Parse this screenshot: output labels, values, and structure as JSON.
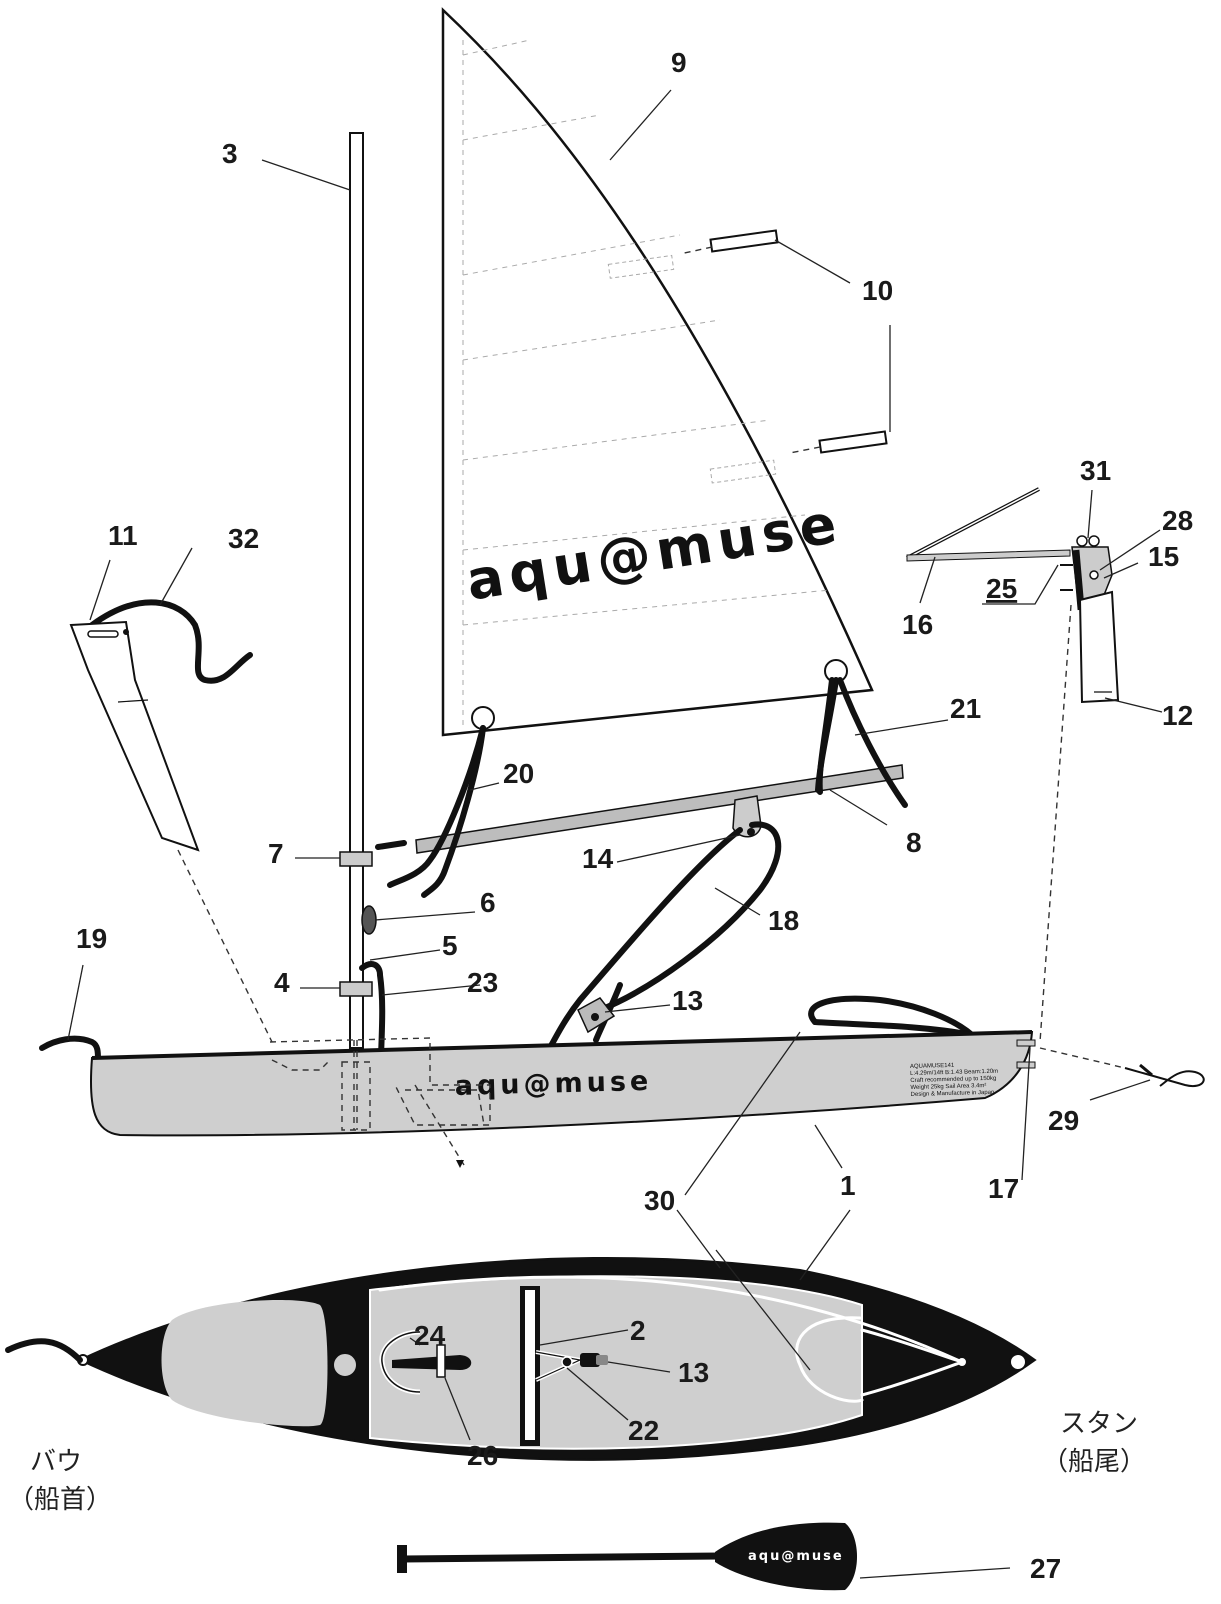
{
  "brand": {
    "sail_text": "aqu@muse",
    "hull_text": "aqu@muse",
    "paddle_text": "aqu@muse"
  },
  "hull_spec_lines": [
    "AQUAMUSE141",
    "L:4.29m/14ft B:1.43 Beam:1.20m",
    "Craft recommended up to 150kg",
    "Weight 25kg  Sail Area 3.4m²",
    "Design & Manufacture in Japan"
  ],
  "bow_label": {
    "line1": "バウ",
    "line2": "（船首）"
  },
  "stern_label": {
    "line1": "スタン",
    "line2": "（船尾）"
  },
  "callouts": {
    "c1": "1",
    "c1b": "1",
    "c2": "2",
    "c3": "3",
    "c4": "4",
    "c5": "5",
    "c6": "6",
    "c7": "7",
    "c8": "8",
    "c9": "9",
    "c10": "10",
    "c11": "11",
    "c12": "12",
    "c13": "13",
    "c13b": "13",
    "c14": "14",
    "c15": "15",
    "c16": "16",
    "c17": "17",
    "c18": "18",
    "c19": "19",
    "c20": "20",
    "c21": "21",
    "c22": "22",
    "c23": "23",
    "c24": "24",
    "c25": "25",
    "c26": "26",
    "c27": "27",
    "c28": "28",
    "c29": "29",
    "c30": "30",
    "c31": "31",
    "c32": "32"
  },
  "colors": {
    "hull_grey": "#cfcfcf",
    "line": "#111111",
    "spar_grey": "#bdbdbd"
  }
}
